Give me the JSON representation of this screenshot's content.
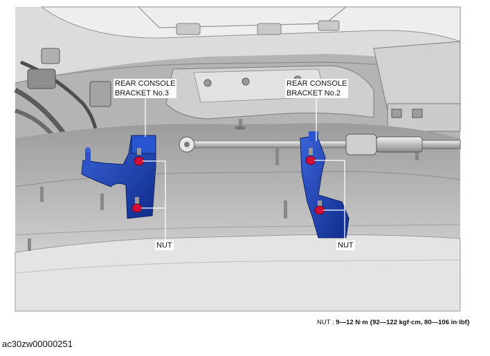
{
  "callouts": {
    "bracket_no3": {
      "line1": "REAR CONSOLE",
      "line2": "BRACKET No.3"
    },
    "bracket_no2": {
      "line1": "REAR CONSOLE",
      "line2": "BRACKET No.2"
    },
    "nut_left": "NUT",
    "nut_right": "NUT"
  },
  "torque_spec": {
    "label": "NUT : ",
    "value": "9—12 N·m {92—122 kgf·cm, 80—106 in·lbf}"
  },
  "figure_code": "ac30zw00000251",
  "colors": {
    "bracket_highlight": "#1e44b8",
    "nut_highlight": "#d0103a",
    "callout_line": "#ffffff",
    "body_panel": "#d9d9d9"
  }
}
